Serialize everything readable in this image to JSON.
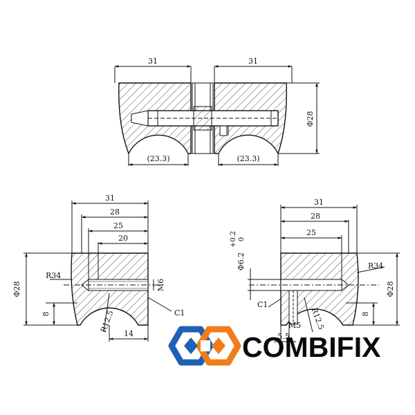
{
  "top_view": {
    "dim_left_width": "31",
    "dim_right_width": "31",
    "dim_height": "Φ28",
    "dim_left_arc": "(23.3)",
    "dim_right_arc": "(23.3)"
  },
  "left_view": {
    "dim_31": "31",
    "dim_28": "28",
    "dim_25": "25",
    "dim_20": "20",
    "dim_dia": "Φ28",
    "dim_r34": "R34",
    "dim_m6": "M6",
    "dim_8": "8",
    "dim_c1": "C1",
    "dim_r125": "R12.5",
    "dim_14": "14"
  },
  "right_view": {
    "dim_31": "31",
    "dim_28": "28",
    "dim_25": "25",
    "dim_hole": "Φ6.2",
    "dim_tol_top": "+0.2",
    "dim_tol_bottom": "0",
    "dim_r34": "R34",
    "dim_dia": "Φ28",
    "dim_c1": "C1",
    "dim_8": "8",
    "dim_55": "5.5",
    "dim_m5": "M5",
    "dim_r125": "R12.5"
  },
  "logo": {
    "text": "COMBIFIX",
    "colors": {
      "blue": "#1f5fb4",
      "orange": "#f07d1a",
      "dark": "#0a0a0a"
    },
    "icon": "hexagon-c-icon"
  }
}
